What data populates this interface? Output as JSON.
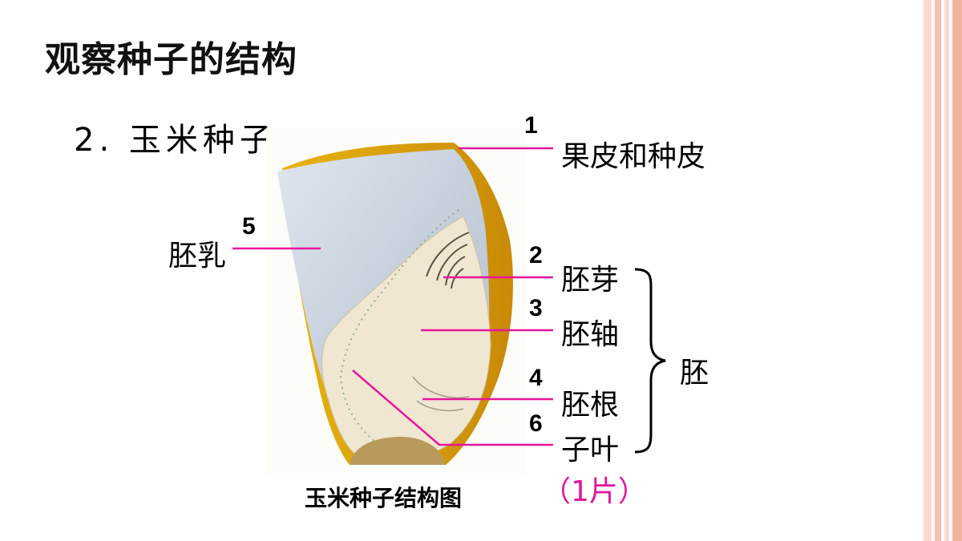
{
  "title": "观察种子的结构",
  "subtitle": "2.  玉米种子",
  "caption": "玉米种子结构图",
  "colors": {
    "leader_line": "#e8169c",
    "stripe_left": "#f8d7c9",
    "stripe_mid": "#f2b7a2"
  },
  "labels": {
    "n1": "1",
    "l1": "果皮和种皮",
    "n5": "5",
    "l5": "胚乳",
    "n2": "2",
    "l2": "胚芽",
    "n3": "3",
    "l3": "胚轴",
    "n4": "4",
    "l4": "胚根",
    "n6": "6",
    "l6": "子叶",
    "count": "（1片）",
    "embryo": "胚"
  }
}
